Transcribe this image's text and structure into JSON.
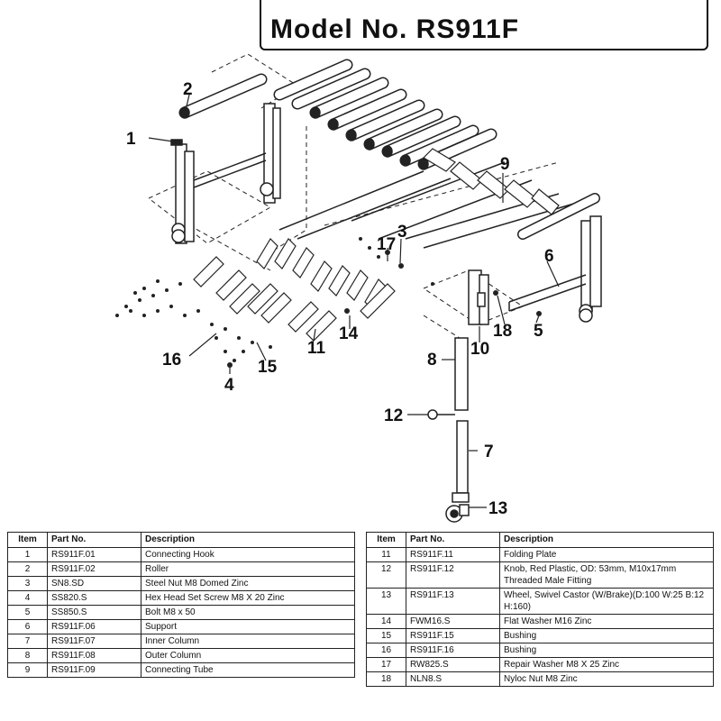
{
  "title": "Model No. RS911F",
  "callouts": [
    "1",
    "2",
    "3",
    "4",
    "5",
    "6",
    "7",
    "8",
    "9",
    "10",
    "11",
    "12",
    "13",
    "14",
    "15",
    "16",
    "17",
    "18"
  ],
  "table": {
    "headers": {
      "item": "Item",
      "part_no": "Part No.",
      "description": "Description"
    },
    "left_rows": [
      {
        "item": "1",
        "part_no": "RS911F.01",
        "description": "Connecting Hook"
      },
      {
        "item": "2",
        "part_no": "RS911F.02",
        "description": "Roller"
      },
      {
        "item": "3",
        "part_no": "SN8.SD",
        "description": "Steel Nut M8 Domed Zinc"
      },
      {
        "item": "4",
        "part_no": "SS820.S",
        "description": "Hex Head Set Screw M8 X 20 Zinc"
      },
      {
        "item": "5",
        "part_no": "SS850.S",
        "description": "Bolt M8 x 50"
      },
      {
        "item": "6",
        "part_no": "RS911F.06",
        "description": "Support"
      },
      {
        "item": "7",
        "part_no": "RS911F.07",
        "description": "Inner Column"
      },
      {
        "item": "8",
        "part_no": "RS911F.08",
        "description": "Outer Column"
      },
      {
        "item": "9",
        "part_no": "RS911F.09",
        "description": "Connecting Tube"
      }
    ],
    "right_rows": [
      {
        "item": "11",
        "part_no": "RS911F.11",
        "description": "Folding Plate"
      },
      {
        "item": "12",
        "part_no": "RS911F.12",
        "description": "Knob, Red Plastic, OD: 53mm, M10x17mm Threaded Male Fitting"
      },
      {
        "item": "13",
        "part_no": "RS911F.13",
        "description": "Wheel, Swivel Castor (W/Brake)(D:100 W:25 B:12 H:160)"
      },
      {
        "item": "14",
        "part_no": "FWM16.S",
        "description": "Flat Washer M16 Zinc"
      },
      {
        "item": "15",
        "part_no": "RS911F.15",
        "description": "Bushing"
      },
      {
        "item": "16",
        "part_no": "RS911F.16",
        "description": "Bushing"
      },
      {
        "item": "17",
        "part_no": "RW825.S",
        "description": "Repair Washer M8 X 25 Zinc"
      },
      {
        "item": "18",
        "part_no": "NLN8.S",
        "description": "Nyloc Nut M8 Zinc"
      }
    ]
  }
}
